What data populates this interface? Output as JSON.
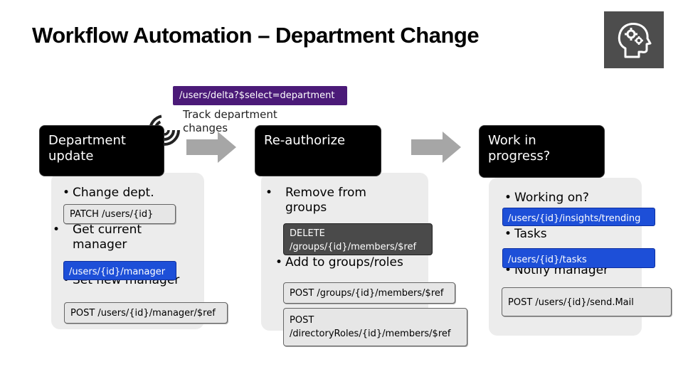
{
  "title": "Workflow Automation – Department Change",
  "logo": {
    "icon": "head-gears-icon",
    "color": "#4d4d4d"
  },
  "trigger": {
    "endpoint": "/users/delta?$select=department",
    "label": "Track department changes",
    "icon": "sync-icon"
  },
  "columns": [
    {
      "header": "Department update",
      "bullets": [
        "Change dept.",
        "Get current manager",
        "Set new manager"
      ],
      "calls": [
        "PATCH /users/{id}",
        "/users/{id}/manager",
        "POST /users/{id}/manager/$ref"
      ]
    },
    {
      "header": "Re-authorize",
      "bullets": [
        "Remove from groups",
        "Add to groups/roles"
      ],
      "calls": [
        "DELETE /groups/{id}/members/$ref",
        "POST /groups/{id}/members/$ref",
        "POST /directoryRoles/{id}/members/$ref"
      ]
    },
    {
      "header": "Work in progress?",
      "bullets": [
        "Working on?",
        "Tasks",
        "Notify manager"
      ],
      "calls": [
        "/users/{id}/insights/trending",
        "/users/{id}/tasks",
        "POST /users/{id}/send.Mail"
      ]
    }
  ],
  "colors": {
    "purple": "#4b1a78",
    "blue": "#1d4fd8",
    "panel": "#ececec",
    "arrow": "#a6a6a6"
  }
}
